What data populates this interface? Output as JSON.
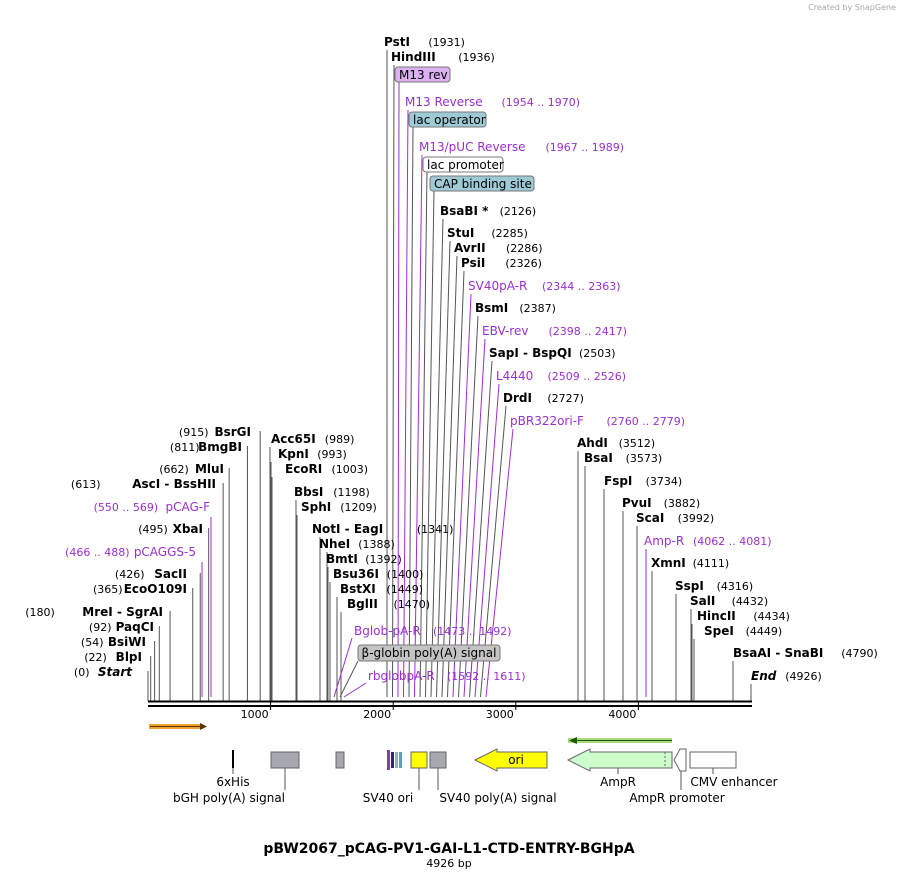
{
  "credit": "Created by SnapGene",
  "title": "pBW2067_pCAG-PV1-GAI-L1-CTD-ENTRY-BGHpA",
  "length_label": "4926 bp",
  "colors": {
    "primer": "#9b2fd0",
    "enzyme_line": "#555555",
    "m13rev_box": "#dcb1f2",
    "lac_operator_box": "#9ecad6",
    "cap_site_box": "#9ecad6",
    "globin_box": "#c4c4c4",
    "ori": "#ffff00",
    "ampr": "#ccffcc",
    "orange_arrow": "#f0a030",
    "green_arrow": "#3a8a10",
    "gray_feature": "#a6a8b0"
  },
  "axis": {
    "ticks": [
      {
        "pos": 1000,
        "label": "1000"
      },
      {
        "pos": 2000,
        "label": "2000"
      },
      {
        "pos": 3000,
        "label": "3000"
      },
      {
        "pos": 4000,
        "label": "4000"
      }
    ]
  },
  "enzymes_left": [
    {
      "label": "Start",
      "pos": "(0)",
      "italic": true
    },
    {
      "label": "BlpI",
      "pos": "(22)"
    },
    {
      "label": "BsiWI",
      "pos": "(54)"
    },
    {
      "label": "PaqCI",
      "pos": "(92)"
    },
    {
      "label": "MreI  -  SgrAI",
      "pos": "(180)"
    },
    {
      "label": "EcoO109I",
      "pos": "(365)"
    },
    {
      "label": "SacII",
      "pos": "(426)"
    },
    {
      "label": "XbaI",
      "pos": "(495)"
    },
    {
      "label": "AscI  -  BssHII",
      "pos": "(613)"
    },
    {
      "label": "MluI",
      "pos": "(662)"
    },
    {
      "label": "BmgBI",
      "pos": "(811)"
    },
    {
      "label": "BsrGI",
      "pos": "(915)"
    }
  ],
  "primers_left": [
    {
      "label": "pCAGGS-5",
      "pos": "(466 .. 488)"
    },
    {
      "label": "pCAG-F",
      "pos": "(550 .. 569)"
    }
  ],
  "enzymes_mid": [
    {
      "label": "Acc65I",
      "pos": "(989)"
    },
    {
      "label": "KpnI",
      "pos": "(993)"
    },
    {
      "label": "EcoRI",
      "pos": "(1003)"
    },
    {
      "label": "BbsI",
      "pos": "(1198)"
    },
    {
      "label": "SphI",
      "pos": "(1209)"
    },
    {
      "label": "NotI  -  EagI",
      "pos": "(1341)"
    },
    {
      "label": "NheI",
      "pos": "(1388)"
    },
    {
      "label": "BmtI",
      "pos": "(1392)"
    },
    {
      "label": "Bsu36I",
      "pos": "(1400)"
    },
    {
      "label": "BstXI",
      "pos": "(1449)"
    },
    {
      "label": "BglII",
      "pos": "(1470)"
    }
  ],
  "lower_labels": {
    "bglob_pA_R": {
      "label": "Bglob-pA-R",
      "pos": "(1473 .. 1492)"
    },
    "beta_globin": "β-globin poly(A) signal",
    "rbglobpA_R": {
      "label": "rbglobpA-R",
      "pos": "(1592 .. 1611)"
    }
  },
  "upper_stack": [
    {
      "type": "enzyme",
      "label": "PstI",
      "pos": "(1931)"
    },
    {
      "type": "enzyme",
      "label": "HindIII",
      "pos": "(1936)"
    },
    {
      "type": "box",
      "label": "M13 rev"
    },
    {
      "type": "primer",
      "label": "M13 Reverse",
      "pos": "(1954 .. 1970)"
    },
    {
      "type": "box",
      "label": "lac operator"
    },
    {
      "type": "primer",
      "label": "M13/pUC Reverse",
      "pos": "(1967 .. 1989)"
    },
    {
      "type": "box",
      "label": "lac promoter"
    },
    {
      "type": "box",
      "label": "CAP binding site"
    },
    {
      "type": "enzyme",
      "label": "BsaBI *",
      "pos": "(2126)"
    },
    {
      "type": "enzyme",
      "label": "StuI",
      "pos": "(2285)"
    },
    {
      "type": "enzyme",
      "label": "AvrII",
      "pos": "(2286)"
    },
    {
      "type": "enzyme",
      "label": "PsiI",
      "pos": "(2326)"
    },
    {
      "type": "primer",
      "label": "SV40pA-R",
      "pos": "(2344 .. 2363)"
    },
    {
      "type": "enzyme",
      "label": "BsmI",
      "pos": "(2387)"
    },
    {
      "type": "primer",
      "label": "EBV-rev",
      "pos": "(2398 .. 2417)"
    },
    {
      "type": "enzyme",
      "label": "SapI  -  BspQI",
      "pos": "(2503)"
    },
    {
      "type": "primer",
      "label": "L4440",
      "pos": "(2509 .. 2526)"
    },
    {
      "type": "enzyme",
      "label": "DrdI",
      "pos": "(2727)"
    },
    {
      "type": "primer",
      "label": "pBR322ori-F",
      "pos": "(2760 .. 2779)"
    }
  ],
  "enzymes_right": [
    {
      "type": "enzyme",
      "label": "AhdI",
      "pos": "(3512)"
    },
    {
      "type": "enzyme",
      "label": "BsaI",
      "pos": "(3573)"
    },
    {
      "type": "enzyme",
      "label": "FspI",
      "pos": "(3734)"
    },
    {
      "type": "enzyme",
      "label": "PvuI",
      "pos": "(3882)"
    },
    {
      "type": "enzyme",
      "label": "ScaI",
      "pos": "(3992)"
    },
    {
      "type": "primer",
      "label": "Amp-R",
      "pos": "(4062 .. 4081)"
    },
    {
      "type": "enzyme",
      "label": "XmnI",
      "pos": "(4111)"
    },
    {
      "type": "enzyme",
      "label": "SspI",
      "pos": "(4316)"
    },
    {
      "type": "enzyme",
      "label": "SalI",
      "pos": "(4432)"
    },
    {
      "type": "enzyme",
      "label": "HincII",
      "pos": "(4434)"
    },
    {
      "type": "enzyme",
      "label": "SpeI",
      "pos": "(4449)"
    },
    {
      "type": "enzyme",
      "label": "BsaAI  -  SnaBI",
      "pos": "(4790)"
    },
    {
      "type": "enzyme",
      "label": "End",
      "pos": "(4926)",
      "italic": true
    }
  ],
  "features": {
    "ori": "ori",
    "x6his": "6xHis",
    "bgh": "bGH poly(A) signal",
    "sv40ori": "SV40 ori",
    "sv40pa": "SV40 poly(A) signal",
    "ampr": "AmpR",
    "ampr_promoter": "AmpR promoter",
    "cmv": "CMV enhancer"
  }
}
